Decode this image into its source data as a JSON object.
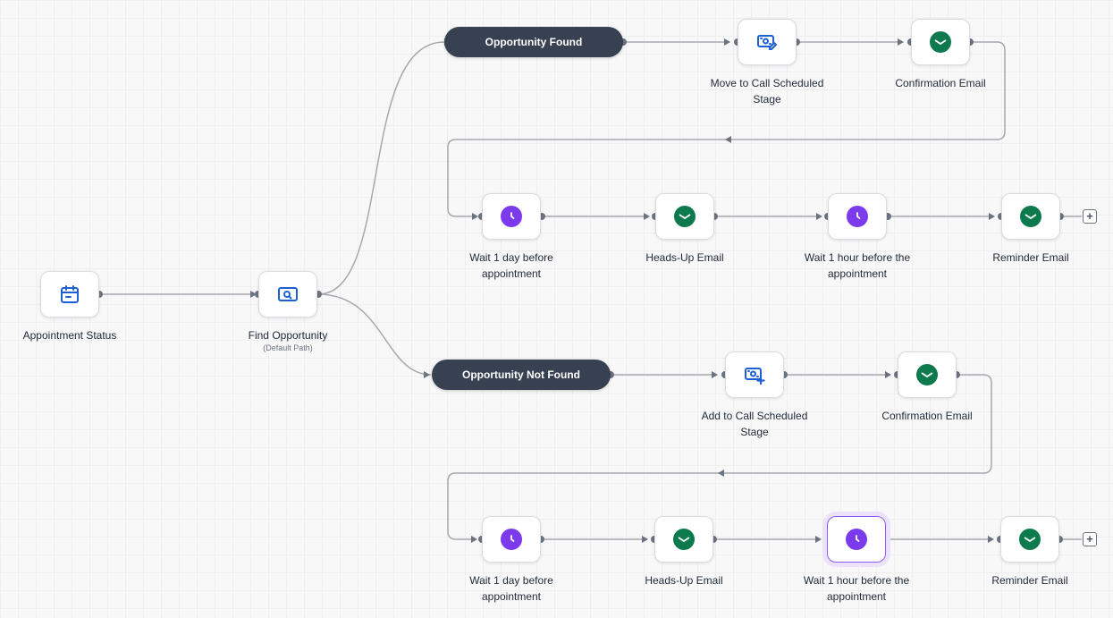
{
  "trigger": {
    "label": "Appointment Status"
  },
  "find": {
    "label": "Find Opportunity",
    "sub": "(Default Path)"
  },
  "branch_found": {
    "label": "Opportunity Found",
    "move": "Move to Call Scheduled Stage",
    "confirm": "Confirmation Email",
    "wait_day": "Wait 1 day before appointment",
    "heads_up": "Heads-Up Email",
    "wait_hour": "Wait 1 hour before the appointment",
    "reminder": "Reminder Email"
  },
  "branch_not_found": {
    "label": "Opportunity Not Found",
    "add": "Add to Call Scheduled Stage",
    "confirm": "Confirmation Email",
    "wait_day": "Wait 1 day before appointment",
    "heads_up": "Heads-Up Email",
    "wait_hour": "Wait 1 hour before the appointment",
    "reminder": "Reminder Email"
  },
  "add_step": {
    "symbol": "+"
  },
  "icons": {
    "trigger": "calendar-icon",
    "find": "search-card-icon",
    "move": "money-edit-icon",
    "add": "money-add-icon",
    "email": "envelope-icon",
    "wait": "clock-icon"
  },
  "colors": {
    "pill": "#374151",
    "email": "#0d7a4e",
    "wait": "#7c3aed",
    "action": "#1d5fd6",
    "selected": "#8b5cf6"
  }
}
